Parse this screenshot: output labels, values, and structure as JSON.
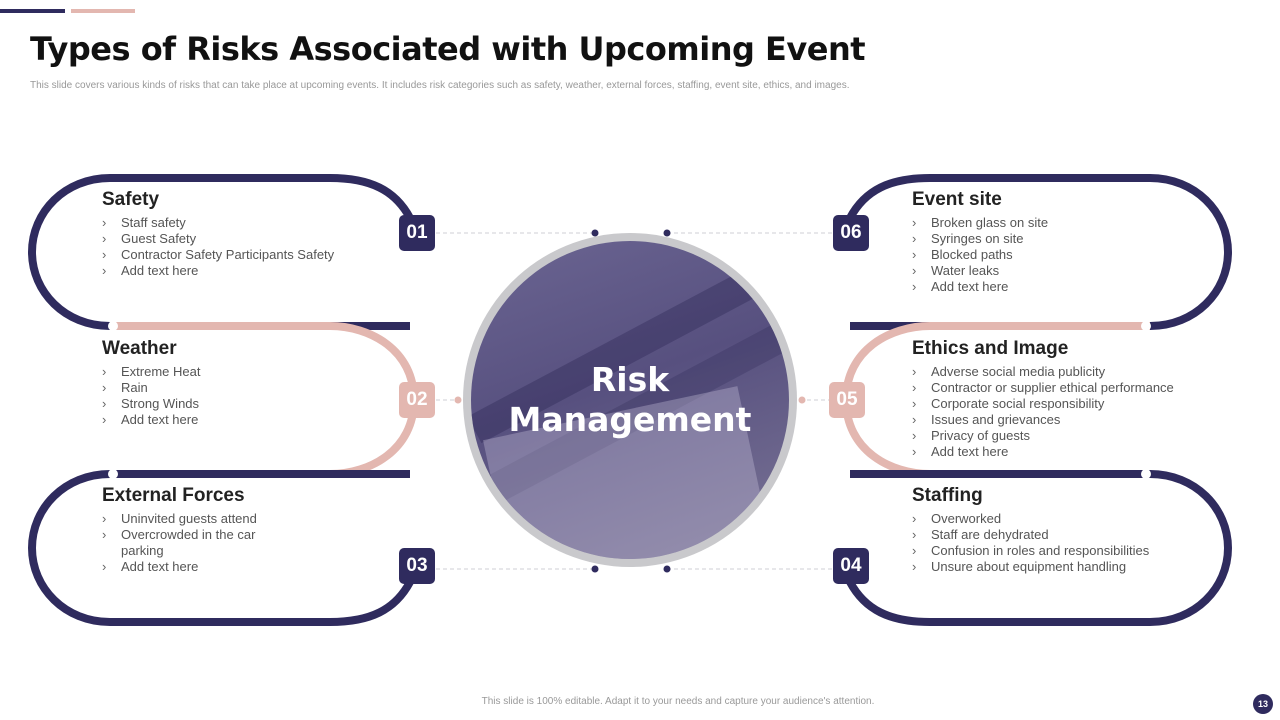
{
  "header": {
    "title": "Types of Risks Associated with Upcoming Event",
    "subtitle": "This slide covers various kinds of risks that can take place at upcoming events. It includes risk categories such as safety, weather, external forces, staffing, event site, ethics, and images."
  },
  "center": {
    "line1": "Risk",
    "line2": "Management"
  },
  "colors": {
    "dark": "#2f2b5e",
    "pink": "#e3b7b0"
  },
  "categories": [
    {
      "number": "01",
      "title": "Safety",
      "items": [
        "Staff safety",
        "Guest Safety",
        "Contractor Safety Participants Safety",
        "Add text here"
      ]
    },
    {
      "number": "02",
      "title": "Weather",
      "items": [
        "Extreme Heat",
        "Rain",
        "Strong Winds",
        "Add text here"
      ]
    },
    {
      "number": "03",
      "title": "External Forces",
      "items": [
        "Uninvited  guests attend",
        "Overcrowded  in the car parking",
        "Add text here"
      ]
    },
    {
      "number": "04",
      "title": "Staffing",
      "items": [
        "Overworked",
        "Staff are dehydrated",
        "Confusion in roles and responsibilities",
        "Unsure about equipment handling"
      ]
    },
    {
      "number": "05",
      "title": "Ethics and Image",
      "items": [
        "Adverse social media publicity",
        "Contractor or supplier ethical performance",
        "Corporate  social responsibility",
        "Issues and grievances",
        "Privacy of guests",
        "Add text here"
      ]
    },
    {
      "number": "06",
      "title": "Event site",
      "items": [
        "Broken glass on site",
        "Syringes on site",
        "Blocked paths",
        "Water leaks",
        "Add text here"
      ]
    }
  ],
  "footer": {
    "note": "This slide is 100% editable.  Adapt it to your needs and capture your audience's attention.",
    "page": "13"
  }
}
